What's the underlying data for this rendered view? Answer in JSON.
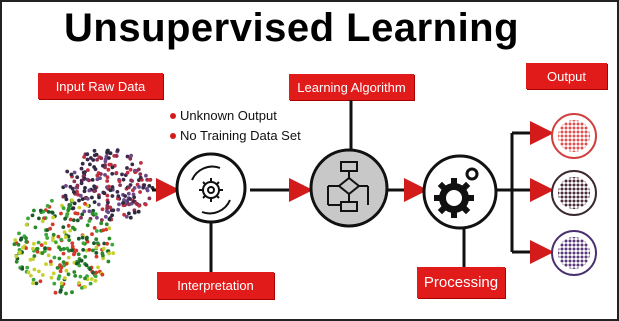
{
  "title": "Unsupervised Learning",
  "labels": {
    "input": "Input Raw Data",
    "algorithm": "Learning Algorithm",
    "output": "Output",
    "interpretation": "Interpretation",
    "processing": "Processing"
  },
  "bullets": [
    "Unknown Output",
    "No Training Data Set"
  ],
  "colors": {
    "accent_red": "#e11a1a",
    "cluster_1": "#e05050",
    "cluster_2": "#4a2c3c",
    "cluster_3": "#5a3a7a",
    "icon_gray": "#c8c8c8"
  },
  "icons": [
    "gear-cycle-icon",
    "flowchart-icon",
    "gear-icon",
    "cluster-circle-icon"
  ]
}
